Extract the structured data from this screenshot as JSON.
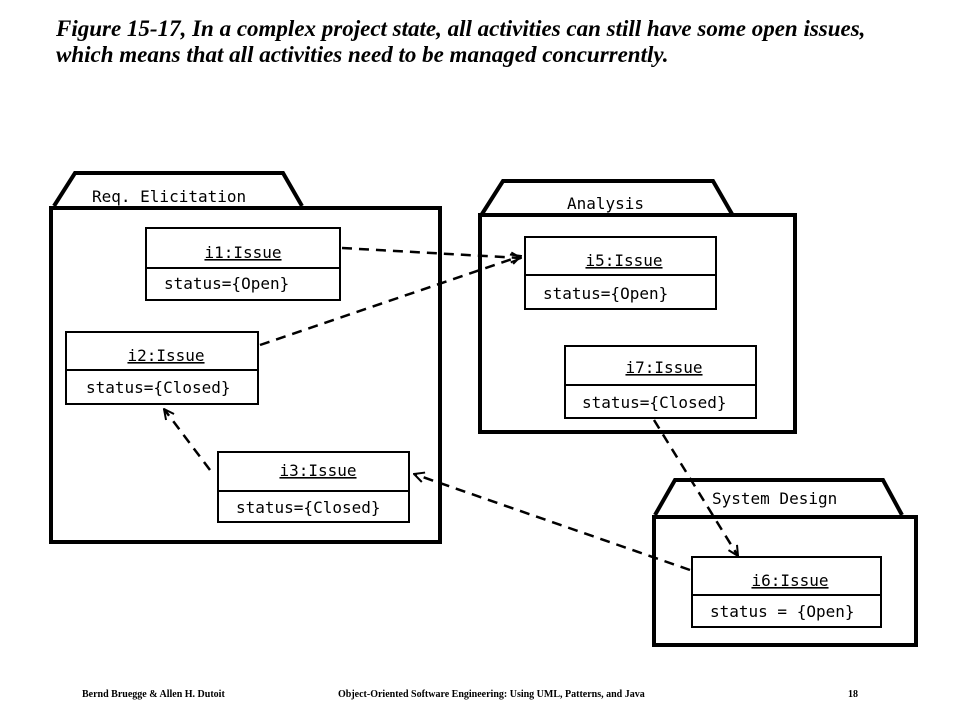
{
  "title": "Figure 15-17, In a complex project state, all activities can still have some open issues, which means that all activities need to be managed concurrently.",
  "packages": {
    "req": "Req. Elicitation",
    "analysis": "Analysis",
    "design": "System Design"
  },
  "issues": {
    "i1": {
      "name": "i1:Issue",
      "status": "status={Open}"
    },
    "i2": {
      "name": "i2:Issue",
      "status": "status={Closed}"
    },
    "i3": {
      "name": "i3:Issue",
      "status": "status={Closed}"
    },
    "i5": {
      "name": "i5:Issue",
      "status": "status={Open}"
    },
    "i7": {
      "name": "i7:Issue",
      "status": "status={Closed}"
    },
    "i6": {
      "name": "i6:Issue",
      "status": "status = {Open}"
    }
  },
  "footer": {
    "authors": "Bernd Bruegge & Allen H. Dutoit",
    "book": "Object-Oriented Software Engineering: Using UML, Patterns, and Java",
    "page": "18"
  }
}
